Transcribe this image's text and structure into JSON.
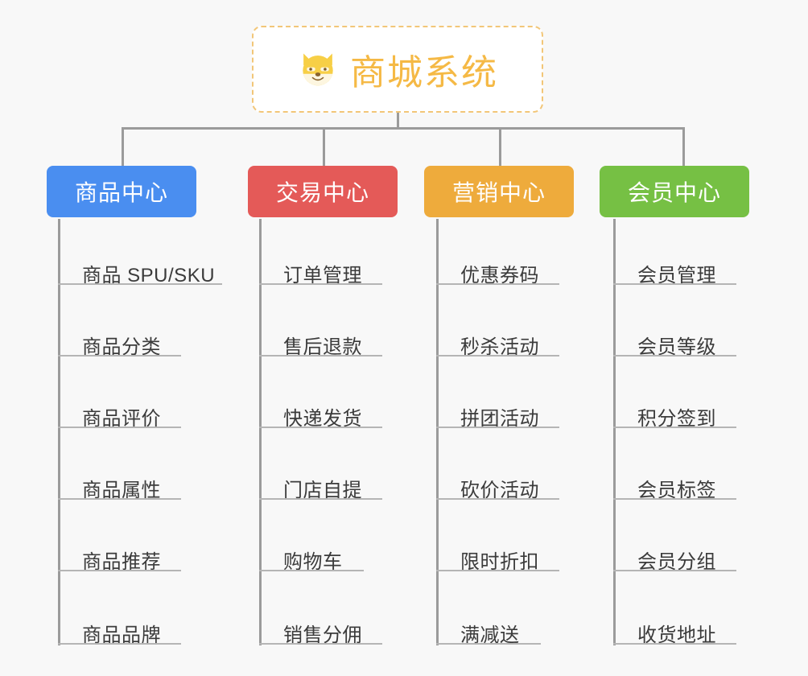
{
  "background": "#f8f8f8",
  "root": {
    "icon": "shiba-dog-face-icon",
    "title": "商城系统",
    "title_color": "#f5b945",
    "border_color": "#f2c678"
  },
  "categories": [
    {
      "label": "商品中心",
      "color": "#4a8ef0",
      "items": [
        "商品 SPU/SKU",
        "商品分类",
        "商品评价",
        "商品属性",
        "商品推荐",
        "商品品牌"
      ]
    },
    {
      "label": "交易中心",
      "color": "#e45a58",
      "items": [
        "订单管理",
        "售后退款",
        "快递发货",
        "门店自提",
        "购物车",
        "销售分佣"
      ]
    },
    {
      "label": "营销中心",
      "color": "#eeab3c",
      "items": [
        "优惠券码",
        "秒杀活动",
        "拼团活动",
        "砍价活动",
        "限时折扣",
        "满减送"
      ]
    },
    {
      "label": "会员中心",
      "color": "#76c044",
      "items": [
        "会员管理",
        "会员等级",
        "积分签到",
        "会员标签",
        "会员分组",
        "收货地址"
      ]
    }
  ],
  "connector_color": "#9b9b9b",
  "underline_color": "#b5b5b5",
  "item_text_color": "#3b3b3b"
}
